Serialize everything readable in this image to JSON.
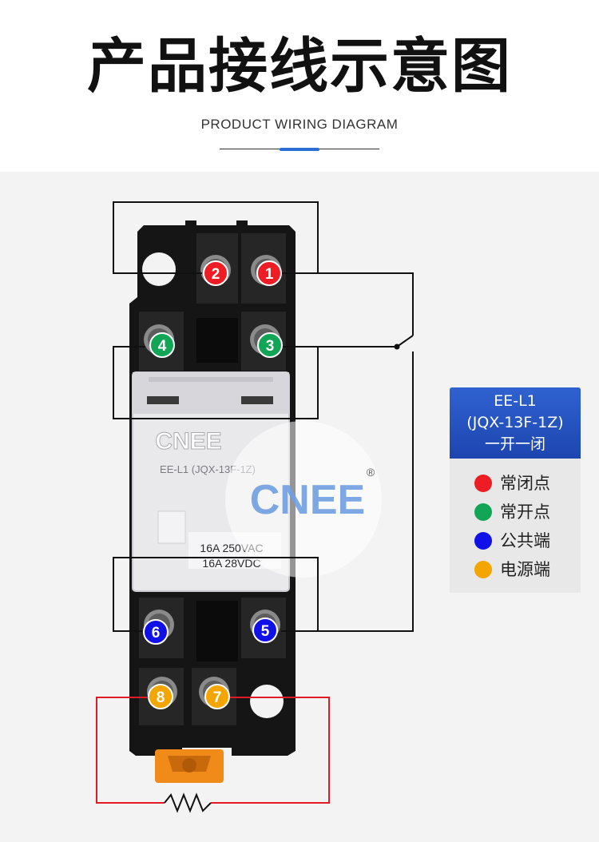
{
  "header": {
    "title": "产品接线示意图",
    "subtitle": "PRODUCT WIRING DIAGRAM"
  },
  "colors": {
    "accent": "#2b6fd6",
    "normally_closed": "#ee1c24",
    "normally_open": "#12a556",
    "common": "#1010e8",
    "power": "#f5a500",
    "legend_header": "#2350c0"
  },
  "relay": {
    "brand_top": "CNEE",
    "model": "EE-L1 (JQX-13F-1Z)",
    "rating_ac": "16A 250VAC",
    "rating_dc": "16A 28VDC",
    "watermark": "CNEE",
    "registered": "®"
  },
  "terminals": [
    {
      "label": "2",
      "group": "normally_closed"
    },
    {
      "label": "1",
      "group": "normally_closed"
    },
    {
      "label": "4",
      "group": "normally_open"
    },
    {
      "label": "3",
      "group": "normally_open"
    },
    {
      "label": "6",
      "group": "common"
    },
    {
      "label": "5",
      "group": "common"
    },
    {
      "label": "8",
      "group": "power"
    },
    {
      "label": "7",
      "group": "power"
    }
  ],
  "legend": {
    "header_lines": [
      "EE-L1",
      "(JQX-13F-1Z)",
      "一开一闭"
    ],
    "items": [
      {
        "label": "常闭点",
        "color": "#ee1c24"
      },
      {
        "label": "常开点",
        "color": "#12a556"
      },
      {
        "label": "公共端",
        "color": "#1010e8"
      },
      {
        "label": "电源端",
        "color": "#f5a500"
      }
    ]
  }
}
